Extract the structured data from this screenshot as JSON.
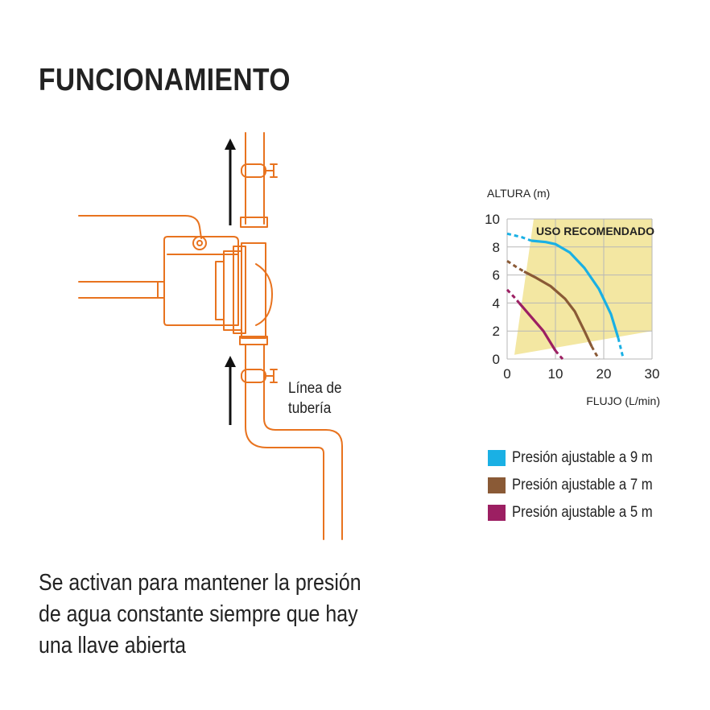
{
  "page": {
    "title": "FUNCIONAMIENTO",
    "pipe_label_line1": "Línea de",
    "pipe_label_line2": "tubería",
    "caption_lines": [
      "Se activan para mantener la presión",
      "de agua constante siempre que hay",
      "una llave abierta"
    ]
  },
  "colors": {
    "pipe": "#e8731f",
    "arrow": "#111111",
    "zone": "#f3e7a2",
    "series_9m": "#1ab0e4",
    "series_7m": "#8a5a36",
    "series_5m": "#9c1f62",
    "grid": "#b7b7b7"
  },
  "chart_data": {
    "type": "line",
    "ylabel": "ALTURA (m)",
    "xlabel": "FLUJO (L/min)",
    "xlim": [
      0,
      30
    ],
    "ylim": [
      0,
      10
    ],
    "x_ticks": [
      0,
      10,
      20,
      30
    ],
    "y_ticks": [
      0,
      2,
      4,
      6,
      8,
      10
    ],
    "grid": true,
    "zone": {
      "label": "USO RECOMENDADO",
      "polygon": [
        [
          1.5,
          0.3
        ],
        [
          5.5,
          10
        ],
        [
          30,
          10
        ],
        [
          30,
          2
        ],
        [
          1.5,
          0.3
        ]
      ]
    },
    "series": [
      {
        "name": "Presión ajustable a 9 m",
        "color_key": "series_9m",
        "dashed_start": [
          [
            0,
            8.95
          ],
          [
            3,
            8.7
          ],
          [
            5,
            8.45
          ]
        ],
        "solid": [
          [
            5,
            8.45
          ],
          [
            8,
            8.35
          ],
          [
            10,
            8.2
          ],
          [
            13,
            7.6
          ],
          [
            16,
            6.5
          ],
          [
            19,
            5.0
          ],
          [
            21.5,
            3.2
          ],
          [
            23,
            1.5
          ]
        ],
        "dashed_end": [
          [
            23,
            1.5
          ],
          [
            23.5,
            0.8
          ],
          [
            24,
            0.1
          ]
        ]
      },
      {
        "name": "Presión ajustable a 7 m",
        "color_key": "series_7m",
        "dashed_start": [
          [
            0,
            7.0
          ],
          [
            2,
            6.55
          ],
          [
            3.5,
            6.25
          ]
        ],
        "solid": [
          [
            3.5,
            6.25
          ],
          [
            6,
            5.8
          ],
          [
            9,
            5.2
          ],
          [
            12,
            4.3
          ],
          [
            14,
            3.4
          ],
          [
            16,
            2.0
          ],
          [
            17.5,
            0.9
          ]
        ],
        "dashed_end": [
          [
            17.5,
            0.9
          ],
          [
            18.3,
            0.4
          ],
          [
            19,
            0
          ]
        ]
      },
      {
        "name": "Presión ajustable a 5 m",
        "color_key": "series_5m",
        "dashed_start": [
          [
            0,
            4.95
          ],
          [
            1.5,
            4.4
          ],
          [
            2.5,
            4.0
          ]
        ],
        "solid": [
          [
            2.5,
            4.0
          ],
          [
            5,
            3.0
          ],
          [
            7.5,
            2.0
          ],
          [
            10,
            0.6
          ]
        ],
        "dashed_end": [
          [
            10,
            0.6
          ],
          [
            10.7,
            0.3
          ],
          [
            11.5,
            0
          ]
        ]
      }
    ]
  }
}
